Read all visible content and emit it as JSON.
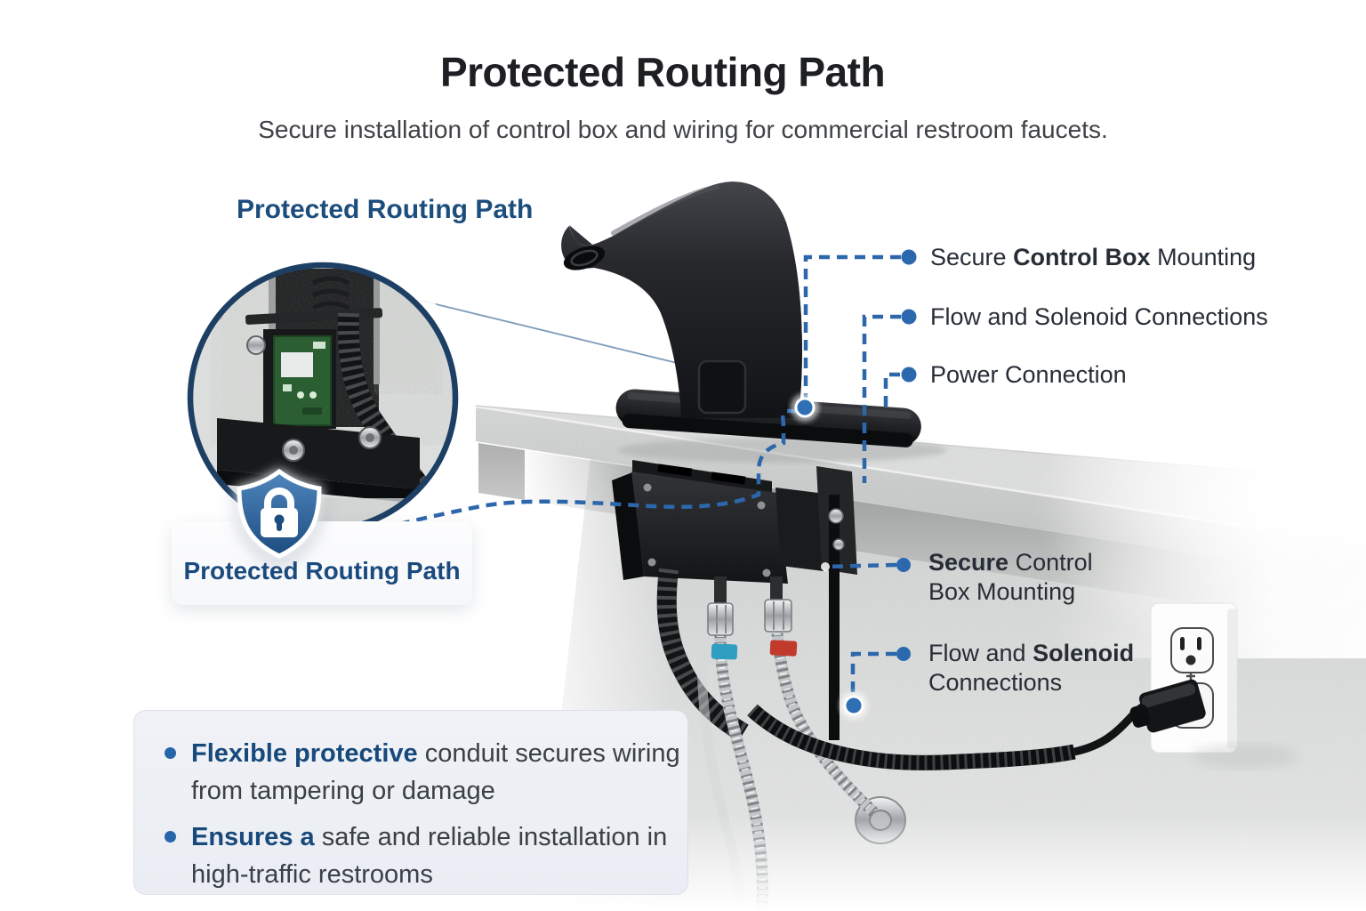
{
  "header": {
    "title": "Protected Routing Path",
    "subtitle": "Secure installation of control box and wiring for commercial restroom faucets."
  },
  "inset": {
    "heading": "Protected Routing Path",
    "icon": "shield-lock-icon",
    "badge_label": "Protected Routing Path"
  },
  "callouts": [
    {
      "pre": "Secure ",
      "bold": "Control Box",
      "post": " Mounting"
    },
    {
      "text": "Flow and Solenoid Connections"
    },
    {
      "text": "Power Connection"
    },
    {
      "line1_bold": "Secure",
      "line1_rest": " Control",
      "line2": "Box Mounting"
    },
    {
      "line1_rest": "Flow and ",
      "line1_bold": "Solenoid",
      "line2": "Connections"
    }
  ],
  "notes": [
    {
      "lead": "Flexible protective",
      "body": " conduit secures wiring",
      "line2": "from tampering or damage"
    },
    {
      "lead": "Ensures a",
      "body": " safe and reliable installation in",
      "line2": "high-traffic restrooms"
    }
  ],
  "colors": {
    "accent_navy": "#1c4d7c",
    "title_dark": "#1d1f23",
    "callout_text": "#272d35",
    "line_blue": "#2d67ab",
    "dot_blue": "#2b68ad",
    "shield_blue": "#2a5d97",
    "note_panel_bg": "#edf0f5",
    "cold_band_teal": "#2e9fc0",
    "hot_band_red": "#c23a2c",
    "faucet_black": "#17181b",
    "counter_gray": "#d8dad9"
  }
}
